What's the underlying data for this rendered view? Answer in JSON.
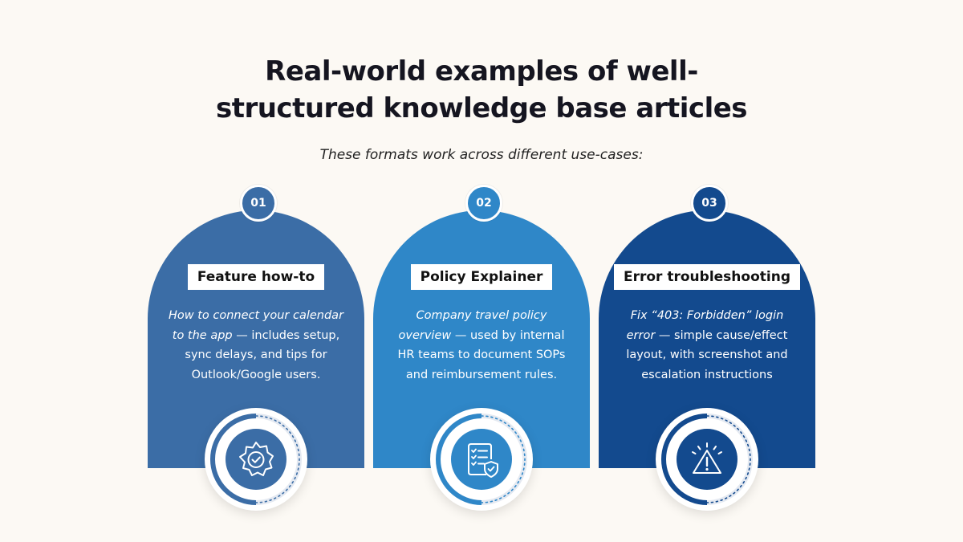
{
  "header": {
    "title_line1": "Real-world examples of well-",
    "title_line2": "structured knowledge base articles",
    "subtitle": "These formats work across different use-cases:"
  },
  "colors": {
    "background": "#fcf9f4",
    "card1": "#3b6da6",
    "card2": "#2f87c8",
    "card3": "#134a8e"
  },
  "cards": [
    {
      "number": "01",
      "label": "Feature how-to",
      "desc_italic": "How to connect your calendar to the app",
      "desc_rest": " — includes setup, sync delays, and tips for Outlook/Google users.",
      "icon": "gear-check-icon"
    },
    {
      "number": "02",
      "label": "Policy Explainer",
      "desc_italic": "Company travel policy overview",
      "desc_rest": " — used by internal HR teams to document SOPs and reimbursement rules.",
      "icon": "checklist-shield-icon"
    },
    {
      "number": "03",
      "label": "Error troubleshooting",
      "desc_italic": "Fix “403: Forbidden” login error",
      "desc_rest": " — simple cause/effect layout, with screenshot and escalation instructions",
      "icon": "warning-triangle-icon"
    }
  ]
}
